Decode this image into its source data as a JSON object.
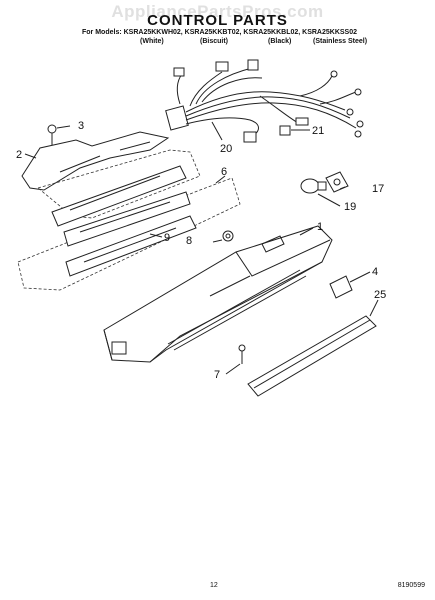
{
  "watermark": "AppliancePartsPros.com",
  "title": "CONTROL PARTS",
  "models_line": "For Models: KSRA25KKWH02, KSRA25KKBT02, KSRA25KKBL02, KSRA25KKSS02",
  "variants": [
    "(White)",
    "(Biscuit)",
    "(Black)",
    "(Stainless Steel)"
  ],
  "callouts": {
    "c1": "1",
    "c2": "2",
    "c3": "3",
    "c4": "4",
    "c6": "6",
    "c7": "7",
    "c8": "8",
    "c9": "9",
    "c17": "17",
    "c19": "19",
    "c20": "20",
    "c21": "21",
    "c25": "25"
  },
  "page_number": "12",
  "doc_number": "8190599"
}
